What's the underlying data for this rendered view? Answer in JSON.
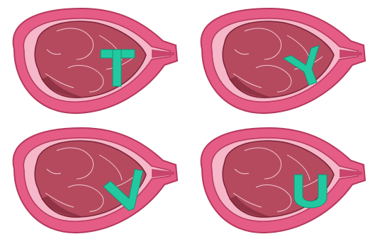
{
  "panels": [
    {
      "id": "tl",
      "letter": "T"
    },
    {
      "id": "tr",
      "letter": "Y"
    },
    {
      "id": "bl",
      "letter": "V"
    },
    {
      "id": "br",
      "letter": "U"
    }
  ],
  "colors": {
    "background": "#ffffff",
    "uterus_wall": "#e55c86",
    "uterus_outline": "#b6385d",
    "amniotic_cavity": "#f5b7c9",
    "fetal_tissue": "#b54a5f",
    "fetal_outline": "#7a2436",
    "incision_marker": "#22c9a0"
  }
}
